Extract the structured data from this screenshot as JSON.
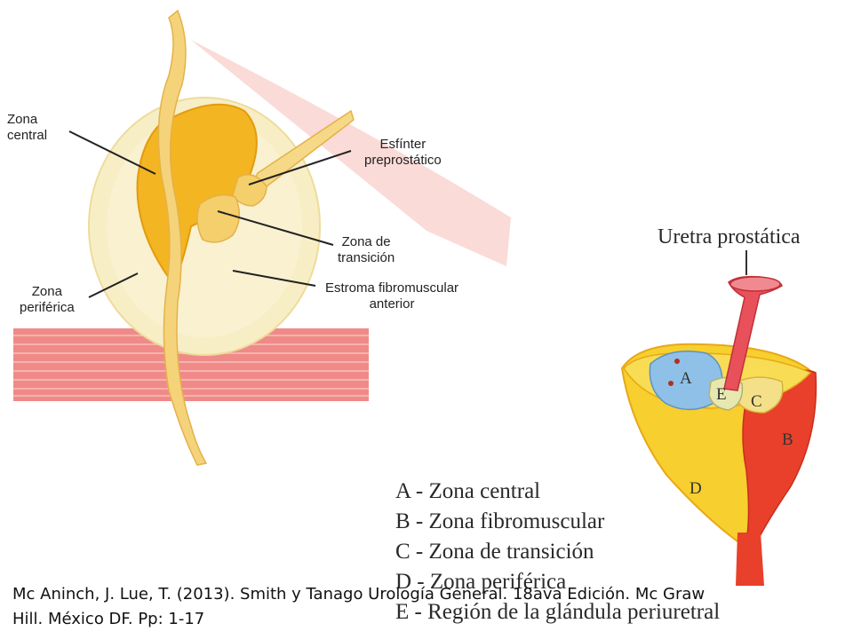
{
  "left_diagram": {
    "labels": {
      "central": [
        "Zona",
        "central"
      ],
      "sphincter": [
        "Esfínter",
        "preprostático"
      ],
      "transition": [
        "Zona de",
        "transición"
      ],
      "stroma": [
        "Estroma fibromuscular",
        "anterior"
      ],
      "peripheral": [
        "Zona",
        "periférica"
      ]
    }
  },
  "right_diagram": {
    "title": "Uretra prostática",
    "zone_letters": [
      "A",
      "B",
      "C",
      "D",
      "E"
    ],
    "legend": [
      "A - Zona central",
      "B - Zona fibromuscular",
      "C - Zona de transición",
      "D - Zona periférica",
      "E - Región de la glándula periuretral"
    ]
  },
  "citation": [
    "Mc Aninch, J. Lue, T. (2013). Smith y Tanago Urología General. 18ava Edición. Mc Graw",
    "Hill. México DF. Pp: 1-17"
  ],
  "colors": {
    "gland": "#f7ecc0",
    "central_zone": "#f2b21c",
    "urethra": "#f5d37a",
    "muscle": "#f07a7a",
    "peripheral_yellow": "#f7cf2e",
    "fibromuscular_red": "#e8402a",
    "central_blue": "#8fc0e8"
  }
}
